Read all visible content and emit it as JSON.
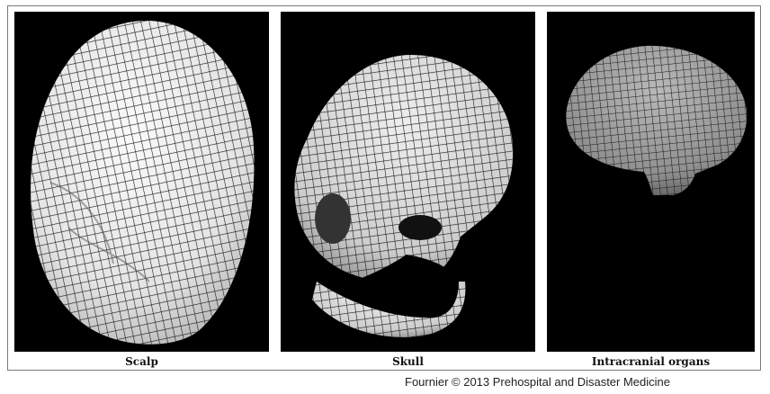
{
  "figure": {
    "panels": [
      {
        "caption": "Scalp"
      },
      {
        "caption": "Skull"
      },
      {
        "caption": "Intracranial organs"
      }
    ]
  },
  "credit": "Fournier © 2013 Prehospital and Disaster Medicine",
  "colors": {
    "panel_bg": "#000000",
    "mesh_light": "#f2f2f2",
    "mesh_mid": "#cfcfcf",
    "mesh_dark": "#8a8a8a",
    "grid_line": "#1a1a1a"
  }
}
